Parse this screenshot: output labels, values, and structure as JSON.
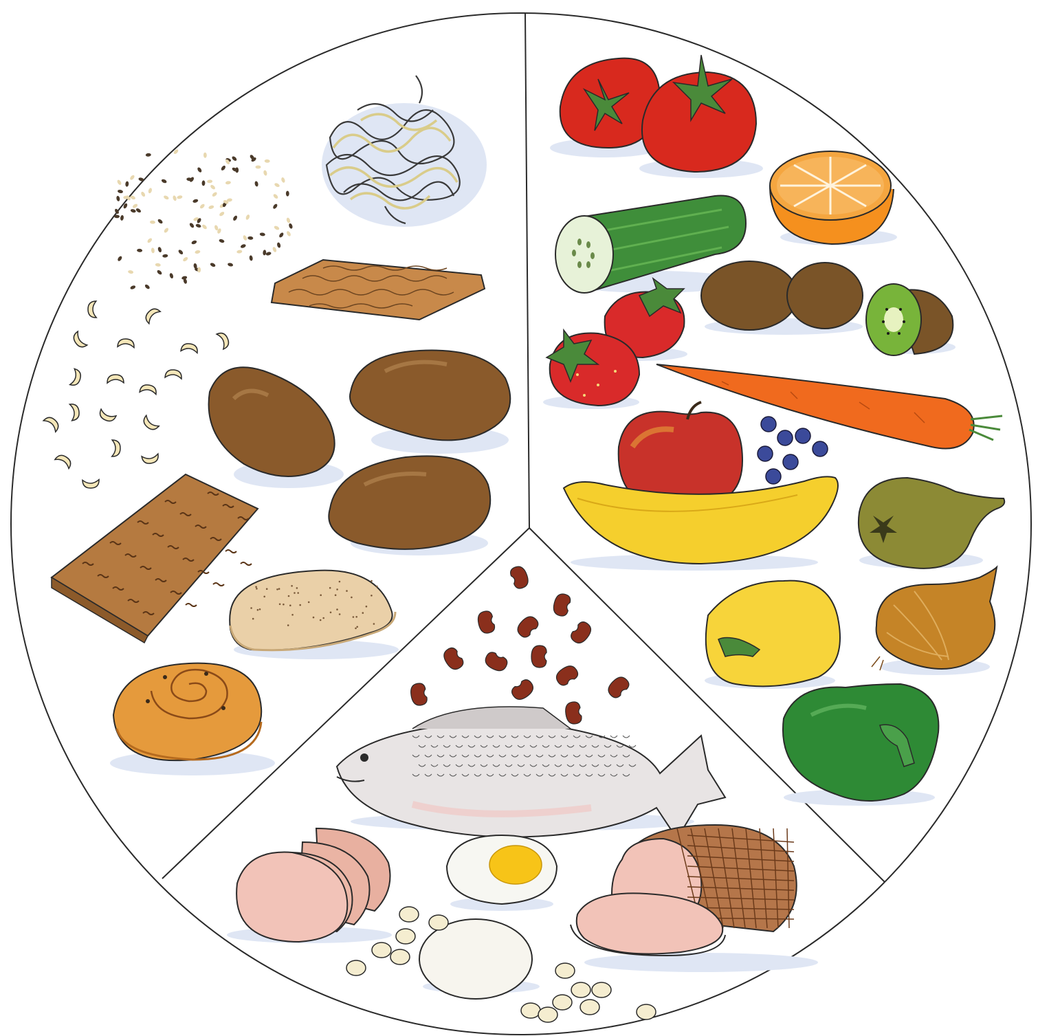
{
  "plate": {
    "sections": [
      {
        "id": "carbohydrates",
        "items": [
          "noodles",
          "grains",
          "crispbread",
          "potatoes",
          "beans",
          "rye-crispbread",
          "bread-slice",
          "cinnamon-bun"
        ]
      },
      {
        "id": "fruits-vegetables",
        "items": [
          "tomatoes",
          "orange-half",
          "cucumber",
          "kiwis",
          "kiwi-half",
          "strawberries",
          "carrot",
          "apple",
          "blueberries",
          "banana",
          "pear",
          "yellow-pepper",
          "onion",
          "green-pepper"
        ]
      },
      {
        "id": "protein",
        "items": [
          "kidney-beans",
          "fish",
          "ham-slices",
          "boiled-egg",
          "roast-ham",
          "peeled-egg",
          "white-beans"
        ]
      }
    ]
  },
  "colors": {
    "outline": "#2a2a2a",
    "plate_bg": "#ffffff",
    "tomato": "#d8291e",
    "orange": "#f5901e",
    "cucumber": "#3f8e3a",
    "kiwi_skin": "#7a5428",
    "kiwi_flesh": "#78b43a",
    "strawberry": "#d92a2a",
    "carrot": "#f06a1e",
    "apple": "#c8322a",
    "blueberry": "#3b4a9a",
    "banana": "#f5cf2d",
    "pear": "#8c8a35",
    "yellow_pepper": "#f7d43a",
    "onion": "#c58427",
    "green_pepper": "#2e8a35",
    "potato": "#8a5a2b",
    "crispbread": "#c8894a",
    "bread": "#ead0a8",
    "bun": "#e59a3c",
    "noodle": "#d9cc8a",
    "kidney_bean": "#8a2f1c",
    "fish": "#e8e4e4",
    "ham": "#f2c3b8",
    "egg_yolk": "#f7c418",
    "white_bean": "#f5edd0",
    "shadow": "#dfe6f4"
  }
}
